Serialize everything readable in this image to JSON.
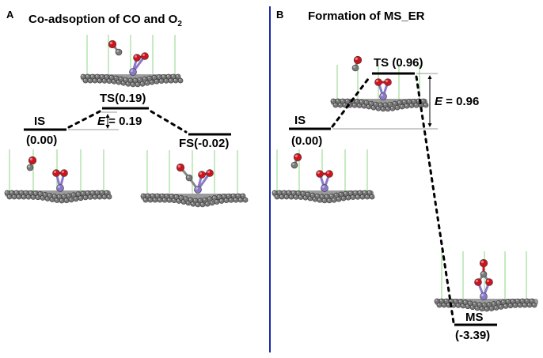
{
  "colors": {
    "divider": "#1a2aa8",
    "carbon": "#7a7a7a",
    "oxygen": "#d0141e",
    "metal": "#8a78c8",
    "field": "#a8e0a0"
  },
  "panel_a": {
    "letter": "A",
    "title": "Co-adsoption of CO and O",
    "title_subscript": "2",
    "states": [
      {
        "id": "IS",
        "label": "IS",
        "value": "(0.00)"
      },
      {
        "id": "TS",
        "label": "TS(0.19)"
      },
      {
        "id": "FS",
        "label": "FS(-0.02)"
      }
    ],
    "barrier": {
      "symbol": "E",
      "text": " = 0.19"
    }
  },
  "panel_b": {
    "letter": "B",
    "title": "Formation of MS_ER",
    "states": [
      {
        "id": "IS",
        "label": "IS",
        "value": "(0.00)"
      },
      {
        "id": "TS",
        "label": "TS (0.96)"
      },
      {
        "id": "MS",
        "label": "MS",
        "value": "(-3.39)"
      }
    ],
    "barrier": {
      "symbol": "E",
      "text": " = 0.96"
    }
  }
}
